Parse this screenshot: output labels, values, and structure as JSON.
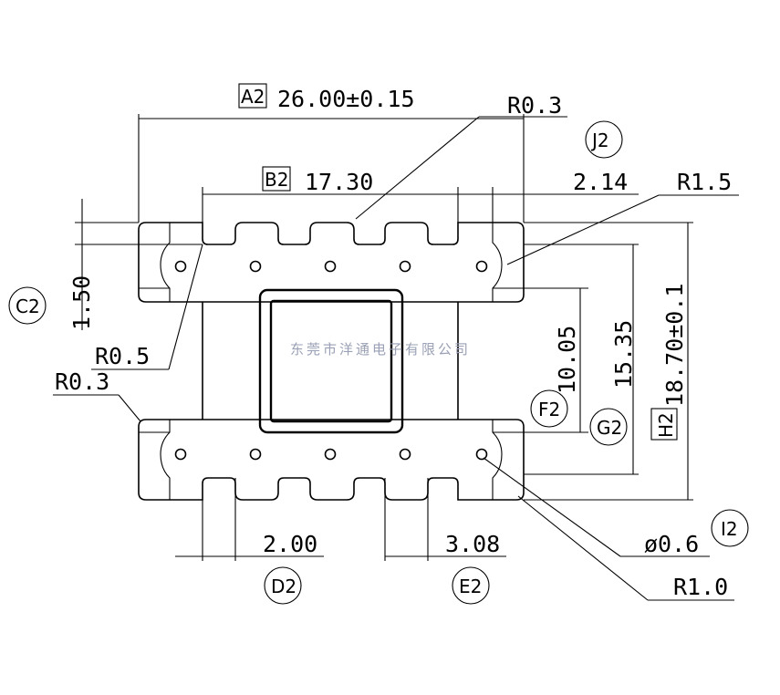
{
  "dimensions": {
    "a2": "26.00±0.15",
    "b2": "17.30",
    "c2": "1.50",
    "d2": "2.00",
    "e2": "3.08",
    "f2": "10.05",
    "g2": "15.35",
    "h2": "18.70±0.1",
    "j2": "2.14",
    "i2": "ø0.6"
  },
  "radii": {
    "r03_top": "R0.3",
    "r03_left": "R0.3",
    "r05": "R0.5",
    "r15": "R1.5",
    "r10": "R1.0"
  },
  "tags": {
    "a2": "A2",
    "b2": "B2",
    "c2": "C2",
    "d2": "D2",
    "e2": "E2",
    "f2": "F2",
    "g2": "G2",
    "h2": "H2",
    "i2": "I2",
    "j2": "J2"
  },
  "watermark": "东莞市洋通电子有限公司"
}
